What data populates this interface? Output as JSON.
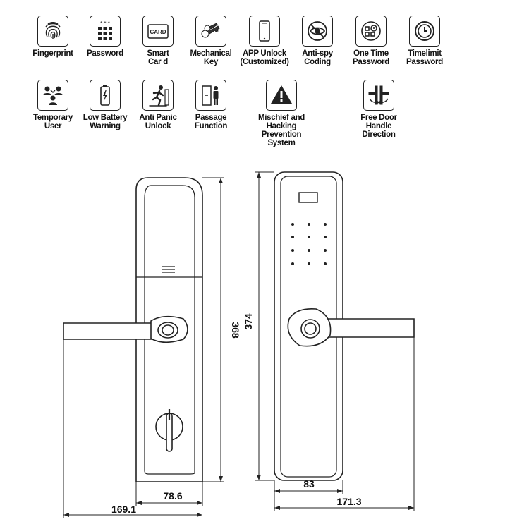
{
  "features": [
    {
      "label": "Fingerprint",
      "icon": "fingerprint-icon"
    },
    {
      "label": "Password",
      "icon": "keypad-icon"
    },
    {
      "label": "Smart\nCar d",
      "icon": "card-icon"
    },
    {
      "label": "Mechanical\nKey",
      "icon": "key-icon"
    },
    {
      "label": "APP Unlock\n(Customized)",
      "icon": "phone-icon"
    },
    {
      "label": "Anti-spy\nCoding",
      "icon": "eye-slash-icon"
    },
    {
      "label": "One Time\nPassword",
      "icon": "one-time-code-icon"
    },
    {
      "label": "Timelimit\nPassword",
      "icon": "clock-icon"
    },
    {
      "label": "Temporary\nUser",
      "icon": "users-icon"
    },
    {
      "label": "Low Battery\nWarning",
      "icon": "battery-icon"
    },
    {
      "label": "Anti Panic\nUnlock",
      "icon": "running-man-icon"
    },
    {
      "label": "Passage\nFunction",
      "icon": "door-person-icon"
    },
    {
      "label": "Mischief and Hacking\nPrevention System",
      "icon": "warning-icon"
    },
    {
      "label": "Free Door Handle\nDirection",
      "icon": "handle-direction-icon"
    }
  ],
  "card_text": "CARD",
  "dimensions": {
    "back_height": "368",
    "front_height": "374",
    "back_width": "78.6",
    "back_total_width": "169.1",
    "front_width": "83",
    "front_total_width": "171.3"
  }
}
